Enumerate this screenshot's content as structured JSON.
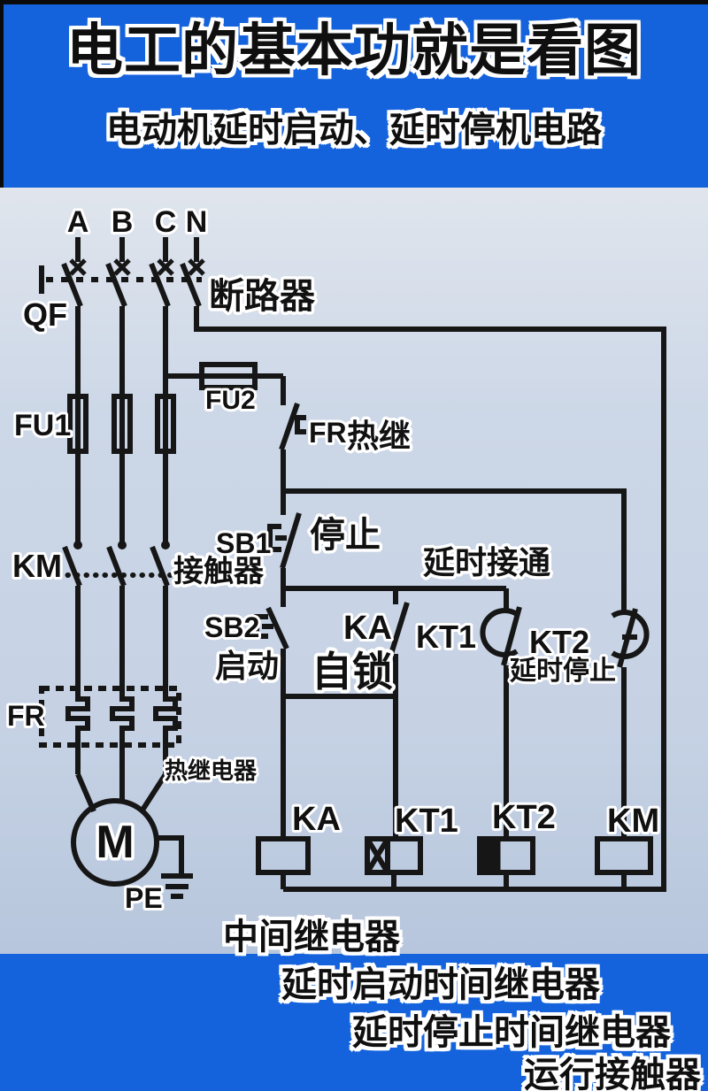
{
  "header": {
    "title": "电工的基本功就是看图",
    "subtitle": "电动机延时启动、延时停机电路"
  },
  "colors": {
    "background": "#1463DD",
    "diagram_background": "#CCD7E7",
    "line": "#161616",
    "text": "#111111",
    "text_outline": "#FFFFFF"
  },
  "diagram": {
    "phases": [
      "A",
      "B",
      "C",
      "N"
    ],
    "breaker": {
      "id": "QF",
      "label": "断路器"
    },
    "fuse_main": "FU1",
    "fuse_control": "FU2",
    "thermal_contact": {
      "id": "FR",
      "label": "热继"
    },
    "contactor_contacts": {
      "id": "KM",
      "label": "接触器"
    },
    "stop_button": {
      "id": "SB1",
      "label": "停止"
    },
    "start_button": {
      "id": "SB2",
      "label": "启动"
    },
    "selflock_contact": {
      "id": "KA",
      "label": "自锁"
    },
    "timer1_contact": {
      "id": "KT1",
      "label": "延时接通"
    },
    "timer2_contact": {
      "id": "KT2",
      "label": "延时停止"
    },
    "thermal_element": {
      "id": "FR",
      "label": "热继电器"
    },
    "motor": {
      "id": "M",
      "ground": "PE"
    },
    "coils": {
      "ka": "KA",
      "kt1": "KT1",
      "kt2": "KT2",
      "km": "KM"
    }
  },
  "annotations": [
    "中间继电器",
    "延时启动时间继电器",
    "延时停止时间继电器",
    "运行接触器"
  ]
}
